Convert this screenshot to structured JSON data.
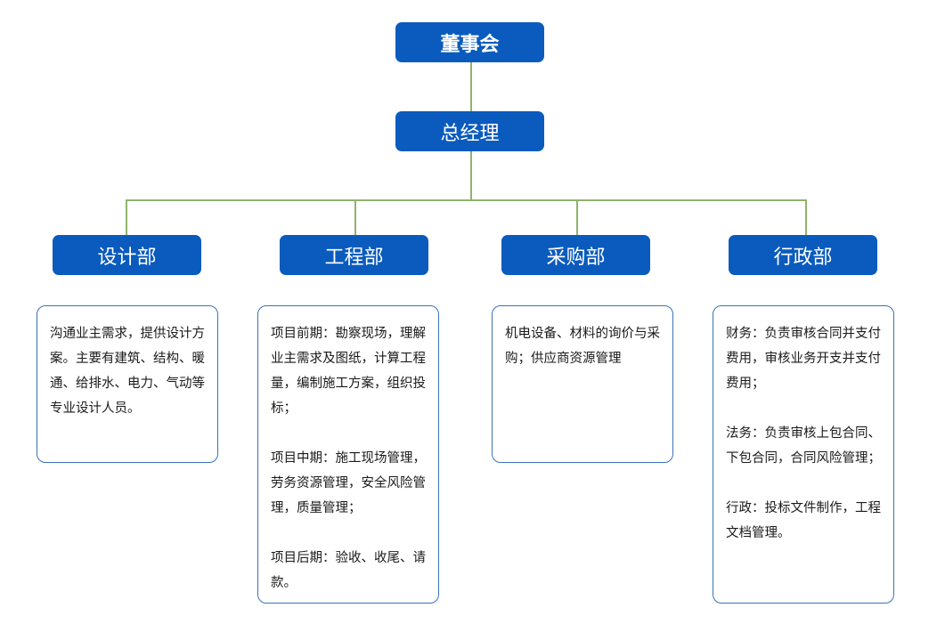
{
  "board": {
    "label": "董事会"
  },
  "gm": {
    "label": "总经理"
  },
  "departments": [
    {
      "name": "设计部",
      "paragraphs": [
        "沟通业主需求，提供设计方案。主要有建筑、结构、暖通、给排水、电力、气动等专业设计人员。"
      ]
    },
    {
      "name": "工程部",
      "paragraphs": [
        "项目前期：勘察现场，理解业主需求及图纸，计算工程量，编制施工方案，组织投标；",
        "项目中期：施工现场管理，劳务资源管理，安全风险管理，质量管理；",
        "项目后期：验收、收尾、请款。"
      ]
    },
    {
      "name": "采购部",
      "paragraphs": [
        "机电设备、材料的询价与采购；供应商资源管理"
      ]
    },
    {
      "name": "行政部",
      "paragraphs": [
        "财务：负责审核合同并支付费用，审核业务开支并支付费用；",
        "法务：负责审核上包合同、下包合同，合同风险管理；",
        "行政：投标文件制作，工程文档管理。"
      ]
    }
  ],
  "colors": {
    "node": "#0a5bbd",
    "connector": "#8fb36b",
    "card_border": "#3a73b8"
  }
}
